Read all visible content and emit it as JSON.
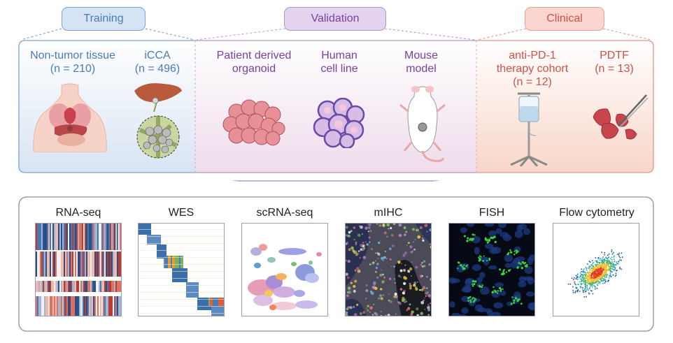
{
  "colors": {
    "training": "#4a7ab8",
    "validation": "#7a3fa0",
    "clinical": "#d0504a",
    "assay_frame": "#8c8cb0"
  },
  "top_panel": {
    "training": {
      "tab_label": "Training",
      "groups": [
        {
          "name": "Non-tumor tissue",
          "count": "(n = 210)",
          "icon": "human-torso-icon"
        },
        {
          "name": "iCCA",
          "count": "(n = 496)",
          "icon": "liver-tumor-icon"
        }
      ]
    },
    "validation": {
      "tab_label": "Validation",
      "groups": [
        {
          "name_line1": "Patient derived",
          "name_line2": "organoid",
          "icon": "organoid-icon"
        },
        {
          "name_line1": "Human",
          "name_line2": "cell line",
          "icon": "cell-cluster-icon"
        },
        {
          "name_line1": "Mouse",
          "name_line2": "model",
          "icon": "mouse-icon"
        }
      ]
    },
    "clinical": {
      "tab_label": "Clinical",
      "groups": [
        {
          "name_line1": "anti-PD-1",
          "name_line2": "therapy cohort",
          "count": "(n = 12)",
          "icon": "iv-drip-icon"
        },
        {
          "name": "PDTF",
          "count": "(n = 13)",
          "icon": "tissue-fragment-icon"
        }
      ]
    }
  },
  "assays": [
    {
      "title": "RNA-seq",
      "kind": "heatmap-stripes"
    },
    {
      "title": "WES",
      "kind": "mutation-blocks"
    },
    {
      "title": "scRNA-seq",
      "kind": "umap-clusters"
    },
    {
      "title": "mIHC",
      "kind": "fluorescence-image"
    },
    {
      "title": "FISH",
      "kind": "fish-image"
    },
    {
      "title": "Flow cytometry",
      "kind": "density-scatter"
    }
  ]
}
